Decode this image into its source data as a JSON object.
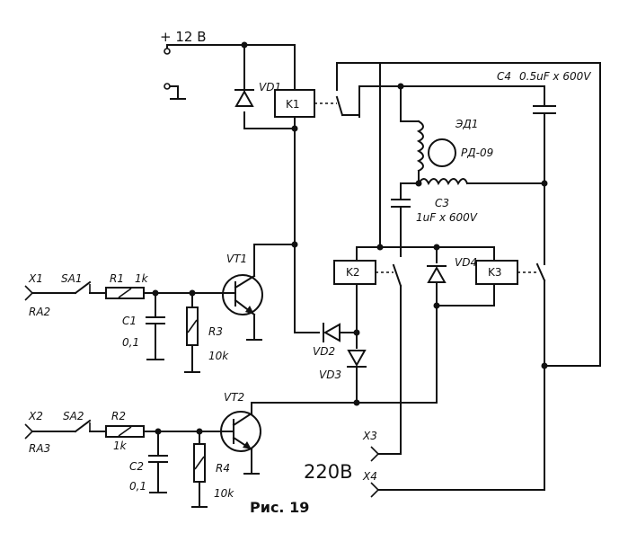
{
  "figure": {
    "caption": "Рис. 19",
    "mains_label": "220В",
    "supply_label": "+ 12 В"
  },
  "labels": {
    "vd1": "VD1",
    "k1": "K1",
    "c4": "C4",
    "c4_value": "0.5uF x 600V",
    "ed1": "ЭД1",
    "motor": "РД-09",
    "c3": "C3",
    "c3_value": "1uF x 600V",
    "vt1": "VT1",
    "x1": "X1",
    "ra2": "RA2",
    "sa1": "SA1",
    "r1": "R1",
    "r1_value": "1k",
    "c1": "C1",
    "c1_value": "0,1",
    "r3": "R3",
    "r3_value": "10k",
    "k2": "K2",
    "vd4": "VD4",
    "k3": "K3",
    "vd2": "VD2",
    "vd3": "VD3",
    "vt2": "VT2",
    "x2": "X2",
    "ra3": "RA3",
    "sa2": "SA2",
    "r2": "R2",
    "r2_value": "1k",
    "c2": "C2",
    "c2_value": "0,1",
    "r4": "R4",
    "r4_value": "10k",
    "x3": "X3",
    "x4": "X4"
  }
}
